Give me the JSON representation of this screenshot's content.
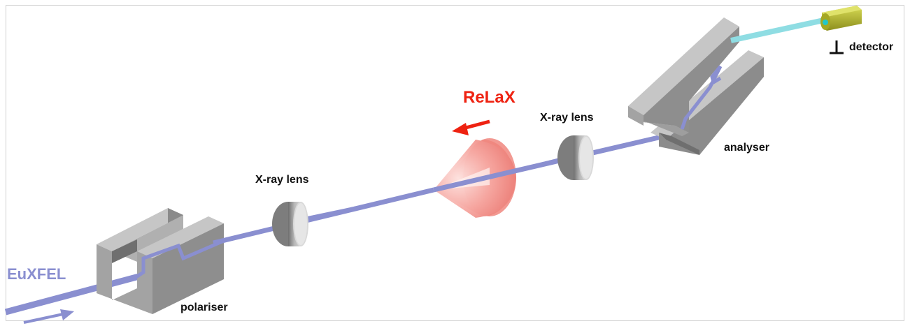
{
  "labels": {
    "source": "EuXFEL",
    "polariser": "polariser",
    "lens1": "X-ray lens",
    "relax": "ReLaX",
    "lens2": "X-ray lens",
    "analyser": "analyser",
    "detector": "detector",
    "perp_symbol": "⊥"
  },
  "colors": {
    "beam": "#8a8fd0",
    "beam_out": "#8fdde3",
    "crystal_front": "#9a9a9a",
    "crystal_top": "#c4c4c4",
    "crystal_side": "#7a7a7a",
    "lens": "#8c8c8c",
    "cone": "#f08a84",
    "relax_text": "#ee2211",
    "source_text": "#8a8fd0",
    "detector": "#b5b82a",
    "detector_window": "#22c7c9"
  },
  "icons": {
    "source_arrow": "arrow-right-icon",
    "relax_arrow": "arrow-left-icon",
    "perpendicular": "perpendicular-icon"
  }
}
